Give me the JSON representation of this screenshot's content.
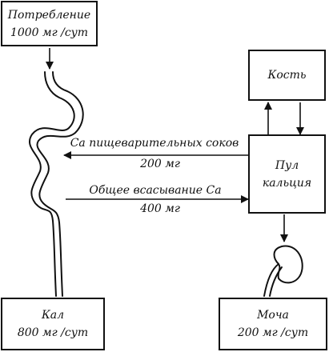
{
  "intake": {
    "label": "Потребление",
    "amount": "1000 мг /сут"
  },
  "bone": {
    "label": "Кость"
  },
  "pool": {
    "line1": "Пул",
    "line2": "кальция"
  },
  "feces": {
    "label": "Кал",
    "amount": "800 мг /сут"
  },
  "urine": {
    "label": "Моча",
    "amount": "200 мг /сут"
  },
  "secretion": {
    "label": "Са пищеварительных соков",
    "amount": "200 мг"
  },
  "absorption": {
    "label": "Общее всасывание Са",
    "amount": "400 мг"
  }
}
